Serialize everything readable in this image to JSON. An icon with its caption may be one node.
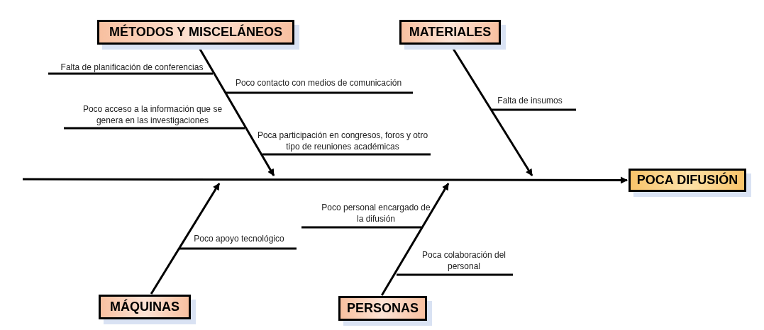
{
  "diagram": {
    "nodes": [
      {
        "text": [
          "MÉTODOS Y MISCELÁNEOS"
        ]
      },
      {
        "text": [
          "MATERIALES"
        ]
      },
      {
        "text": [
          "POCA DIFUSIÓN"
        ]
      },
      {
        "text": [
          "MÁQUINAS"
        ]
      },
      {
        "text": [
          "PERSONAS"
        ]
      }
    ],
    "edges": [
      {
        "from": null,
        "to": 2,
        "arrow": "to"
      },
      {
        "from": 0,
        "to": null,
        "arrow": "to"
      },
      {
        "from": 1,
        "to": null,
        "arrow": "to"
      },
      {
        "from": 3,
        "to": null,
        "arrow": "to"
      },
      {
        "from": 4,
        "to": null,
        "arrow": "to"
      }
    ],
    "labels": [
      "Falta de planificación de conferencias",
      "Poco contacto con medios de comunicación",
      "Falta de insumos",
      "Poco acceso a la información que se genera en las investigaciones",
      "Poca participación en congresos, foros y otro tipo de reuniones académicas",
      "Poco personal encargado de la difusión",
      "Poco apoyo tecnológico",
      "Poca colaboración del personal"
    ]
  }
}
